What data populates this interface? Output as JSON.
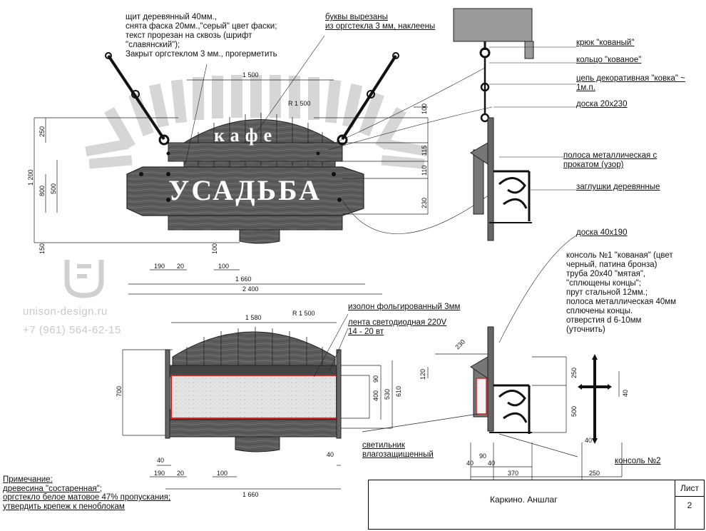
{
  "sign": {
    "top_text": "кафе",
    "main_text": "УСАДЬБА"
  },
  "labels": {
    "board_desc": "щит деревянный 40мм.,\nснята фаска 20мм.,\"серый\" цвет фаски;\nтекст прорезан на сквозь (шрифт\n\"славянский\");\nЗакрыт оргстеклом 3 мм., прогерметить",
    "letters_desc": "буквы вырезаны\nиз оргстекла 3 мм, наклеены",
    "hook": "крюк \"кованый\"",
    "ring": "кольцо \"кованое\"",
    "chain": "цепь декоративная \"ковка\" ~\n1м.п.",
    "board_20x230": "доска 20х230",
    "metal_strip": "полоса металлическая с\nпрокатом (узор)",
    "wood_plugs": "заглушки деревянные",
    "board_40x190": "доска 40х190",
    "console1": "консоль №1 \"кованая\" (цвет\nчерный, патина бронза)\nтруба 20х40 \"мятая\",\n\"сплющены концы\";\nпрут стальной 12мм.;\nполоса металлическая 40мм\nсплючены концы.\nотверстия d 6-10мм\n(уточнить)",
    "isolon": "изолон фольгированный 3мм",
    "led": "лента светодиодная 220V\n14 - 20 вт",
    "lamp": "светильник\nвлагозащищенный",
    "console2": "консоль №2"
  },
  "dims": {
    "d1500": "1 500",
    "r1500": "R 1 500",
    "d1580": "1 580",
    "d1660": "1 660",
    "d2400": "2 400",
    "d190": "190",
    "d20": "20",
    "d100": "100",
    "d40": "40",
    "d1200": "1 200",
    "d250": "250",
    "d800": "800",
    "d500": "500",
    "d150": "150",
    "d115": "115",
    "d110": "110",
    "d230": "230",
    "d700": "700",
    "d90": "90",
    "d400": "400",
    "d530": "530",
    "d610": "610",
    "d120": "120",
    "d370": "370"
  },
  "note": {
    "title": "Примечание:",
    "line1": "древесина \"состаренная\";",
    "line2": "оргстекло белое матовое 47% пропускания;",
    "line3": "утвердить крепеж к пеноблокам"
  },
  "watermark": {
    "site": "unison-design.ru",
    "phone": "+7 (961) 564-62-15"
  },
  "title_block": {
    "name": "Каркино. Аншлаг",
    "sheet_label": "Лист",
    "sheet_number": "2"
  }
}
